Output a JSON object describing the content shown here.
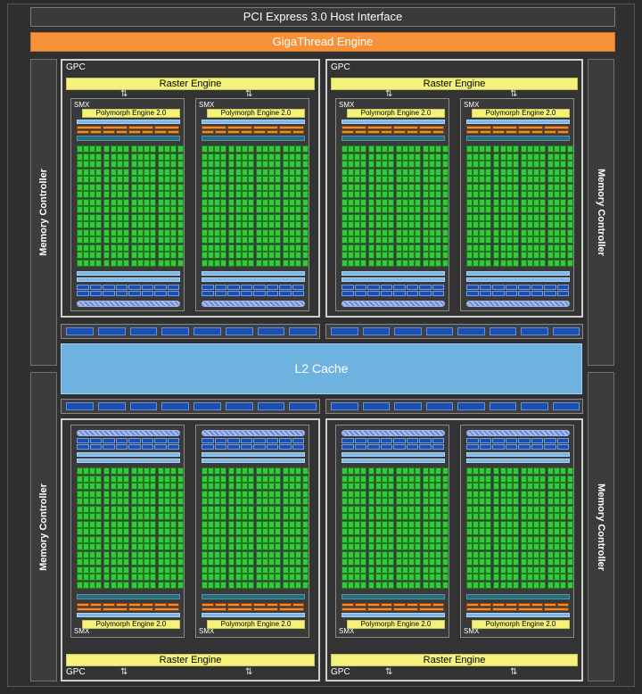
{
  "title": "PCI Express 3.0 Host Interface",
  "giga": "GigaThread Engine",
  "l2": "L2 Cache",
  "memory_controller": "Memory Controller",
  "gpc_label": "GPC",
  "raster": "Raster Engine",
  "smx_label": "SMX",
  "polymorph": "Polymorph Engine 2.0",
  "colors": {
    "giga": "#f7923a",
    "l2": "#6eb3e0",
    "core": "#35c83a",
    "raster": "#f4f27a",
    "blue_unit": "#1c4fb0"
  },
  "icons": [
    "bidirectional-arrow-icon"
  ]
}
